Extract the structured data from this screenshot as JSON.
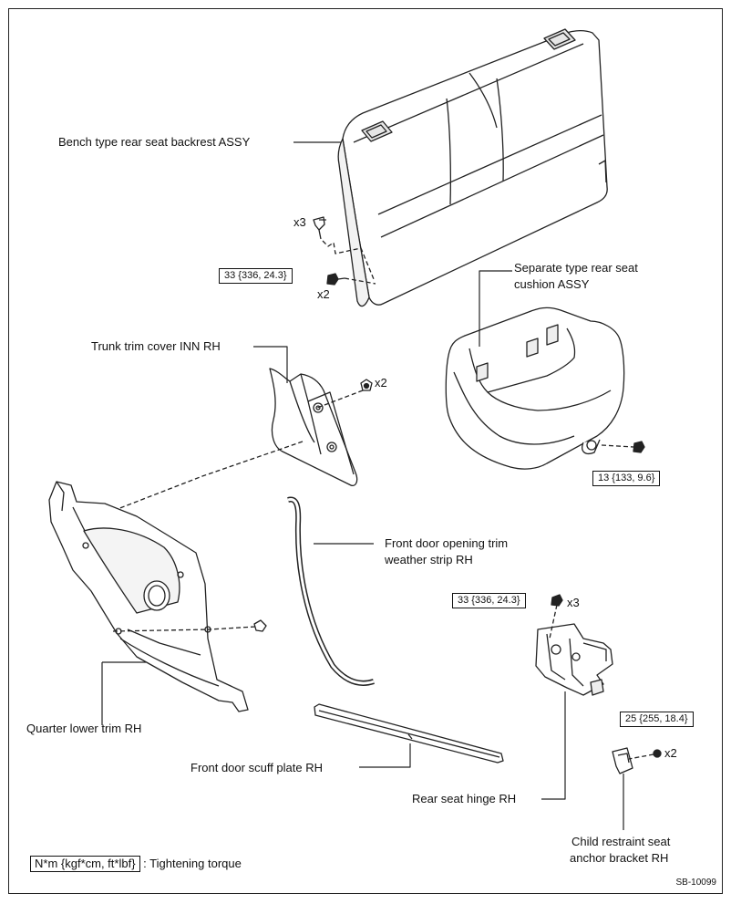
{
  "labels": {
    "backrest": "Bench type rear seat backrest ASSY",
    "cushion_l1": "Separate type rear seat",
    "cushion_l2": "cushion ASSY",
    "trunk_trim": "Trunk trim cover INN RH",
    "weather_l1": "Front door opening trim",
    "weather_l2": "weather strip RH",
    "quarter": "Quarter lower trim RH",
    "scuff": "Front door scuff plate RH",
    "hinge": "Rear seat hinge RH",
    "anchor_l1": "Child restraint seat",
    "anchor_l2": "anchor bracket RH"
  },
  "torques": {
    "backrest_bolt": "33 {336, 24.3}",
    "cushion_bolt": "13 {133, 9.6}",
    "hinge_bolt": "33 {336, 24.3}",
    "anchor_bolt": "25 {255, 18.4}"
  },
  "quantities": {
    "backrest_clip": "x3",
    "backrest_bolt": "x2",
    "trunk_clip": "x2",
    "hinge_bolt": "x3",
    "anchor_bolt": "x2"
  },
  "legend": {
    "unit_box": "N*m {kgf*cm, ft*lbf}",
    "description": ": Tightening torque"
  },
  "figure_code": "SB-10099"
}
